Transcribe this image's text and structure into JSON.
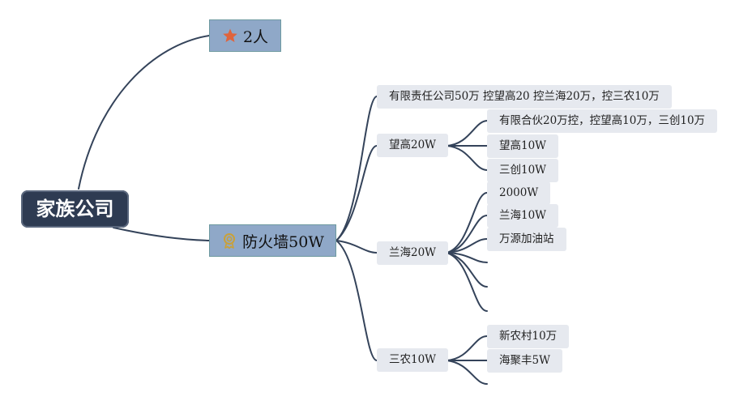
{
  "root": {
    "label": "家族公司"
  },
  "branch_people": {
    "label": "2人",
    "icon": "star-icon"
  },
  "branch_firewall": {
    "label": "防火墙50W",
    "icon": "award-badge-icon"
  },
  "firewall_children": {
    "company": "有限责任公司50万 控望高20 控兰海20万，控三农10万",
    "wanggao": {
      "label": "望高20W",
      "children": [
        "有限合伙20万控，控望高10万，三创10万",
        "望高10W",
        "三创10W"
      ]
    },
    "lanhai": {
      "label": "兰海20W",
      "children": [
        "2000W",
        "兰海10W",
        "万源加油站"
      ]
    },
    "sannong": {
      "label": "三农10W",
      "children": [
        "新农村10万",
        "海聚丰5W"
      ]
    }
  },
  "colors": {
    "root_fill": "#2e3b52",
    "main_fill": "#8fa8c8",
    "sub_fill": "#e6e9ef",
    "line": "#34435a",
    "star": "#e0643c",
    "badge": "#c9a13a"
  }
}
